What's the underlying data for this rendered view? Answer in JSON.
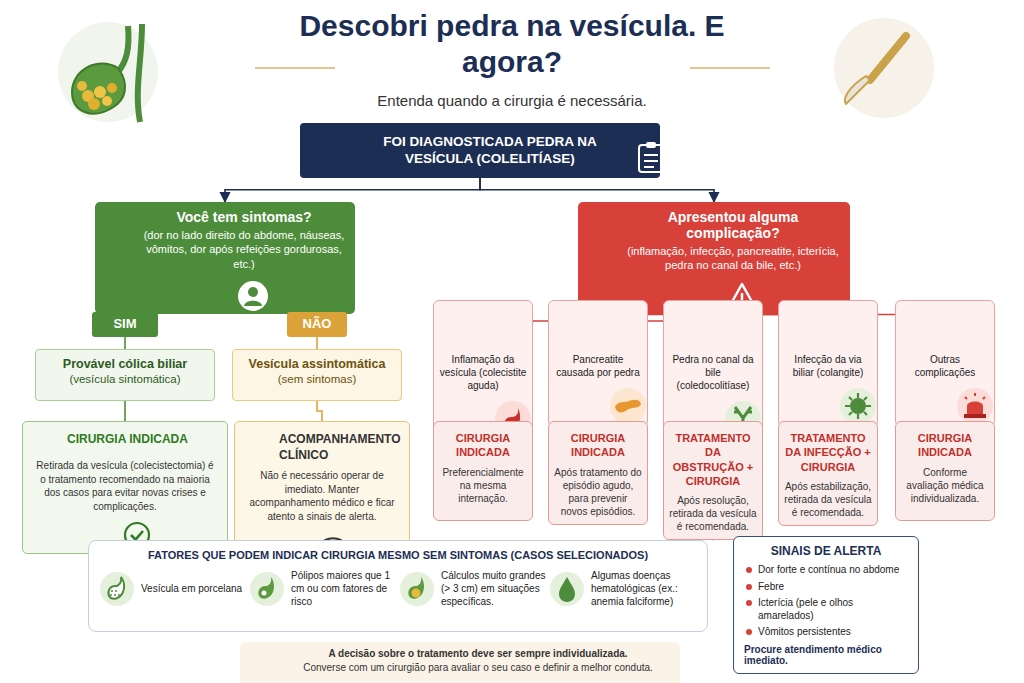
{
  "diagram": {
    "title": "Descobri pedra na vesícula. E agora?",
    "nodes": [
      {
        "text": [
          "FOI DIAGNOSTICADA PEDRA NA VESÍCULA (COLELITÍASE)"
        ]
      },
      {
        "text": [
          "Você tem sintomas?",
          "(dor no lado direito do abdome, náuseas, vômitos, dor após refeições gordurosas, etc.)"
        ]
      },
      {
        "text": [
          "Apresentou alguma complicação?",
          "(inflamação, infecção, pancreatite, icterícia, pedra no canal da bile, etc.)"
        ]
      },
      {
        "text": [
          "SIM"
        ]
      },
      {
        "text": [
          "NÃO"
        ]
      },
      {
        "text": [
          "Provável cólica biliar",
          "(vesícula sintomática)"
        ]
      },
      {
        "text": [
          "Vesícula assintomática",
          "(sem sintomas)"
        ]
      },
      {
        "text": [
          "CIRURGIA INDICADA",
          "Retirada da vesícula (colecistectomia) é o tratamento recomendado na maioria dos casos para evitar novas crises e complicações."
        ]
      },
      {
        "text": [
          "ACOMPANHAMENTO CLÍNICO",
          "Não é necessário operar de imediato. Manter acompanhamento médico e ficar atento a sinais de alerta."
        ]
      },
      {
        "text": [
          "Inflamação da vesícula (colecistite aguda)"
        ]
      },
      {
        "text": [
          "Pancreatite causada por pedra"
        ]
      },
      {
        "text": [
          "Pedra no canal da bile (coledocolitíase)"
        ]
      },
      {
        "text": [
          "Infecção da via biliar (colangite)"
        ]
      },
      {
        "text": [
          "Outras complicações"
        ]
      },
      {
        "text": [
          "CIRURGIA INDICADA",
          "Preferencialmente na mesma internação."
        ]
      },
      {
        "text": [
          "CIRURGIA INDICADA",
          "Após tratamento do episódio agudo, para prevenir novos episódios."
        ]
      },
      {
        "text": [
          "TRATAMENTO DA OBSTRUÇÃO + CIRURGIA",
          "Após resolução, retirada da vesícula é recomendada."
        ]
      },
      {
        "text": [
          "TRATAMENTO DA INFECÇÃO + CIRURGIA",
          "Após estabilização, retirada da vesícula é recomendada."
        ]
      },
      {
        "text": [
          "CIRURGIA INDICADA",
          "Conforme avaliação médica individualizada."
        ]
      },
      {
        "text": [
          "FATORES QUE PODEM INDICAR CIRURGIA MESMO SEM SINTOMAS (CASOS SELECIONADOS)",
          "Vesícula em porcelana",
          "Pólipos maiores que 1 cm ou com fatores de risco",
          "Cálculos muito grandes (> 3 cm) em situações específicas.",
          "Algumas doenças hematológicas (ex.: anemia falciforme)"
        ]
      },
      {
        "text": [
          "SINAIS DE ALERTA",
          "Dor forte e contínua no abdome",
          "Febre",
          "Icterícia (pele e olhos amarelados)",
          "Vômitos persistentes",
          "Procure atendimento médico imediato."
        ]
      },
      {
        "text": [
          "A decisão sobre o tratamento deve ser sempre individualizada.",
          "Converse com um cirurgião para avaliar o seu caso e definir a melhor conduta."
        ]
      }
    ],
    "edges": [
      {
        "from": 0,
        "to": 1,
        "arrow": "to"
      },
      {
        "from": 0,
        "to": 2,
        "arrow": "to"
      },
      {
        "from": 1,
        "to": 3,
        "arrow": "none"
      },
      {
        "from": 1,
        "to": 4,
        "arrow": "none"
      },
      {
        "from": 3,
        "to": 5,
        "arrow": "none"
      },
      {
        "from": 4,
        "to": 6,
        "arrow": "none"
      },
      {
        "from": 5,
        "to": 7,
        "arrow": "none"
      },
      {
        "from": 6,
        "to": 8,
        "arrow": "none"
      },
      {
        "from": 2,
        "to": 9,
        "arrow": "none"
      },
      {
        "from": 2,
        "to": 10,
        "arrow": "none"
      },
      {
        "from": 2,
        "to": 11,
        "arrow": "none"
      },
      {
        "from": 2,
        "to": 12,
        "arrow": "none"
      },
      {
        "from": 2,
        "to": 13,
        "arrow": "none"
      },
      {
        "from": 9,
        "to": 14,
        "arrow": "none"
      },
      {
        "from": 10,
        "to": 15,
        "arrow": "none"
      },
      {
        "from": 11,
        "to": 16,
        "arrow": "none"
      },
      {
        "from": 12,
        "to": 17,
        "arrow": "none"
      },
      {
        "from": 13,
        "to": 18,
        "arrow": "none"
      }
    ],
    "labels": [
      "Entenda quando a cirurgia é necessária."
    ]
  }
}
